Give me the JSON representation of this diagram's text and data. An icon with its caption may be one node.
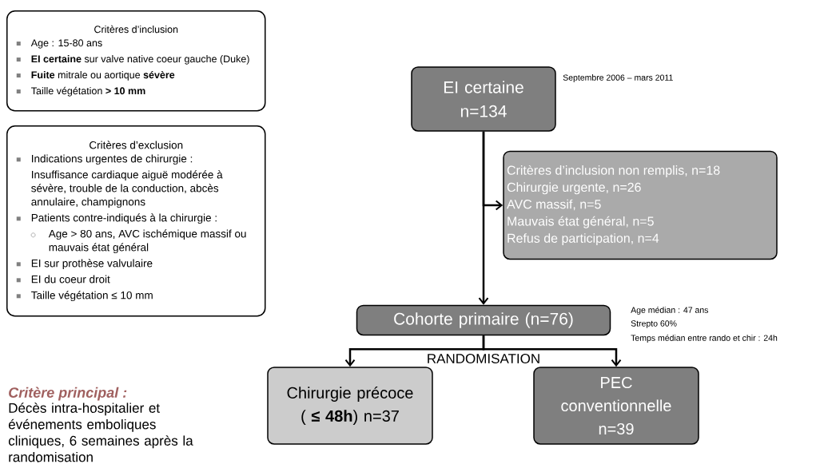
{
  "diagram": {
    "nodes": [
      {
        "text": [
          "Critères d’inclusion",
          "Age : 15-80 ans",
          "**EI certaine** sur valve native coeur gauche (Duke)",
          "**Fuite** mitrale ou aortique **sévère**",
          "Taille végétation **> 10 mm**"
        ]
      },
      {
        "text": [
          "Critères d’exclusion",
          "Indications urgentes de chirurgie :",
          "Insuffisance cardiaque aiguë modérée à sévère, trouble de la conduction, abcès annulaire, champignons",
          "Patients contre-indiqués à la chirurgie :",
          "Age > 80 ans, AVC ischémique massif ou mauvais état général",
          "EI sur prothèse valvulaire",
          "EI du coeur droit",
          "Taille végétation ≤ 10 mm"
        ]
      },
      {
        "text": [
          "EI certaine n=134"
        ],
        "beside": [
          "Septembre 2006 – mars 2011"
        ]
      },
      {
        "text": [
          "Critères d’inclusion non remplis, n=18",
          "Chirurgie urgente, n=26",
          "AVC massif, n=5",
          "Mauvais état général, n=5",
          "Refus de participation, n=4"
        ]
      },
      {
        "text": [
          "Cohorte primaire (n=76)"
        ],
        "beside": [
          "Age médian : 47 ans",
          "Strepto 60%",
          "Temps médian entre rando et chir : 24h"
        ]
      },
      {
        "text": [
          "Chirurgie précoce ( **≤ 48h**) n=37"
        ]
      },
      {
        "text": [
          "PEC conventionnelle n=39"
        ]
      }
    ],
    "edges": [
      {
        "from": 2,
        "to": 3,
        "arrow": "to"
      },
      {
        "from": 2,
        "to": 4,
        "arrow": "to"
      },
      {
        "from": 4,
        "to": 5,
        "arrow": "to"
      },
      {
        "from": 4,
        "to": 6,
        "arrow": "to"
      }
    ],
    "labels": [
      "RANDOMISATION",
      "Critère principal :",
      "Décès intra-hospitalier et événements emboliques cliniques, 6 semaines après la randomisation"
    ]
  }
}
